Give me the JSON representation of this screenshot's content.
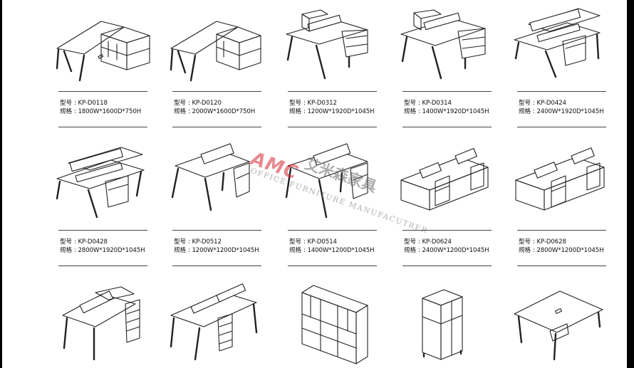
{
  "watermark": {
    "logo_text": "AMC",
    "chinese_text": "艾米森家具",
    "english_text": "OFFICE FURNITURE MANUFACUTRER",
    "colors": {
      "logo": "#d62832",
      "text": "#5a5a5a"
    }
  },
  "row1": {
    "item1": {
      "model_label": "型号",
      "model": "KP-D0118",
      "spec_label": "规格",
      "spec": "1800W*1600D*750H"
    },
    "item2": {
      "model_label": "型号",
      "model": "KP-D0120",
      "spec_label": "规格",
      "spec": "2000W*1600D*750H"
    },
    "item3": {
      "model_label": "型号",
      "model": "KP-D0312",
      "spec_label": "规格",
      "spec": "1200W*1920D*1045H"
    },
    "item4": {
      "model_label": "型号",
      "model": "KP-D0314",
      "spec_label": "规格",
      "spec": "1400W*1920D*1045H"
    },
    "item5": {
      "model_label": "型号",
      "model": "KP-D0424",
      "spec_label": "规格",
      "spec": "2400W*1920D*1045H"
    }
  },
  "row2": {
    "item1": {
      "model_label": "型号",
      "model": "KP-D0428",
      "spec_label": "规格",
      "spec": "2800W*1920D*1045H"
    },
    "item2": {
      "model_label": "型号",
      "model": "KP-D0512",
      "spec_label": "规格",
      "spec": "1200W*1200D*1045H"
    },
    "item3": {
      "model_label": "型号",
      "model": "KP-D0514",
      "spec_label": "规格",
      "spec": "1400W*1200D*1045H"
    },
    "item4": {
      "model_label": "型号",
      "model": "KP-D0624",
      "spec_label": "规格",
      "spec": "2400W*1200D*1045H"
    },
    "item5": {
      "model_label": "型号",
      "model": "KP-D0628",
      "spec_label": "规格",
      "spec": "2800W*1200D*1045H"
    }
  }
}
